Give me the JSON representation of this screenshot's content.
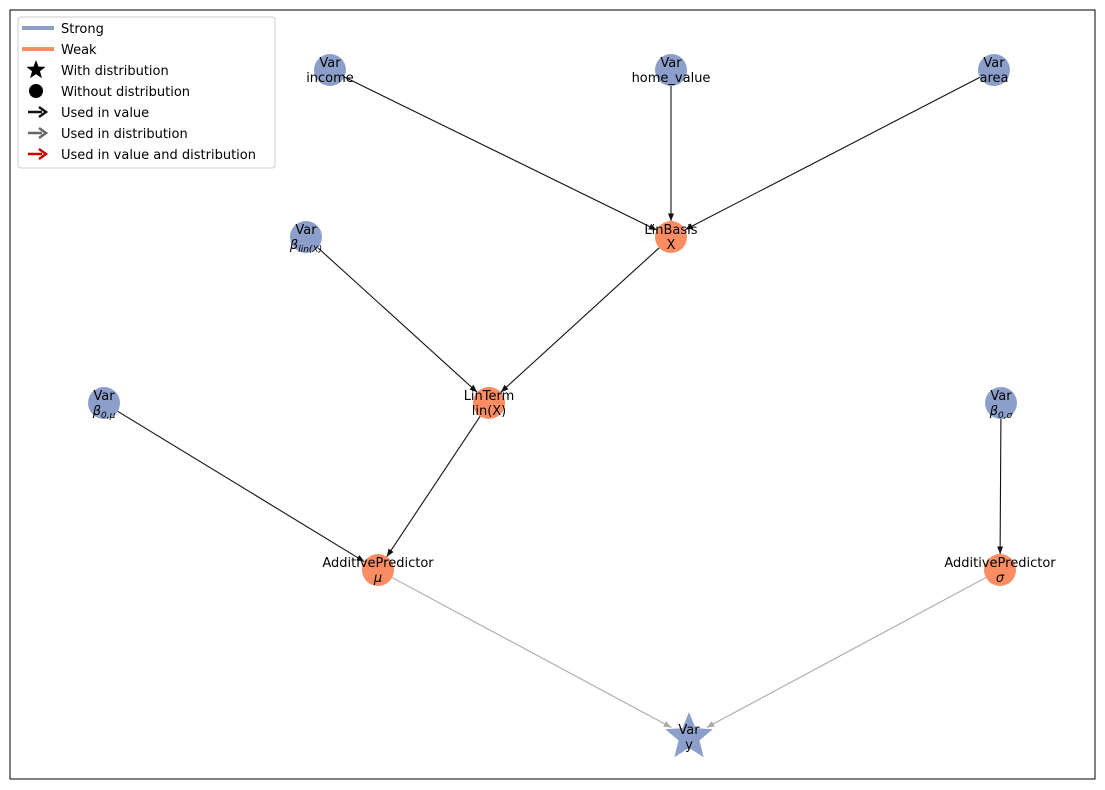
{
  "colors": {
    "strong": "#8c9fcb",
    "weak": "#fc8d62",
    "edge_value": "#111111",
    "edge_distribution": "#a9a9a9",
    "edge_both": "#cc0000"
  },
  "legend": {
    "items": [
      {
        "label": "Strong",
        "symbol": "line-strong"
      },
      {
        "label": "Weak",
        "symbol": "line-weak"
      },
      {
        "label": "With distribution",
        "symbol": "star"
      },
      {
        "label": "Without distribution",
        "symbol": "circle"
      },
      {
        "label": "Used in value",
        "symbol": "arrow-value"
      },
      {
        "label": "Used in distribution",
        "symbol": "arrow-distribution"
      },
      {
        "label": "Used in value and distribution",
        "symbol": "arrow-both"
      }
    ]
  },
  "nodes": [
    {
      "id": "income",
      "kind": "Strong",
      "shape": "circle",
      "line1": "Var",
      "line2": "income"
    },
    {
      "id": "home_value",
      "kind": "Strong",
      "shape": "circle",
      "line1": "Var",
      "line2": "home_value"
    },
    {
      "id": "area",
      "kind": "Strong",
      "shape": "circle",
      "line1": "Var",
      "line2": "area"
    },
    {
      "id": "beta_lin",
      "kind": "Strong",
      "shape": "circle",
      "line1": "Var",
      "line2": "β",
      "sub": "lin(X)"
    },
    {
      "id": "linbasis",
      "kind": "Weak",
      "shape": "circle",
      "line1": "LinBasis",
      "line2": "X"
    },
    {
      "id": "beta0_mu",
      "kind": "Strong",
      "shape": "circle",
      "line1": "Var",
      "line2": "β",
      "sub": "0,μ"
    },
    {
      "id": "linterm",
      "kind": "Weak",
      "shape": "circle",
      "line1": "LinTerm",
      "line2": "lin(X)"
    },
    {
      "id": "beta0_sigma",
      "kind": "Strong",
      "shape": "circle",
      "line1": "Var",
      "line2": "β",
      "sub": "0,σ"
    },
    {
      "id": "ap_mu",
      "kind": "Weak",
      "shape": "circle",
      "line1": "AdditivePredictor",
      "line2": "μ",
      "italic2": true
    },
    {
      "id": "ap_sigma",
      "kind": "Weak",
      "shape": "circle",
      "line1": "AdditivePredictor",
      "line2": "σ",
      "italic2": true
    },
    {
      "id": "y",
      "kind": "Strong",
      "shape": "star",
      "line1": "Var",
      "line2": "y"
    }
  ],
  "edges": [
    {
      "from": "income",
      "to": "linbasis",
      "type": "value"
    },
    {
      "from": "home_value",
      "to": "linbasis",
      "type": "value"
    },
    {
      "from": "area",
      "to": "linbasis",
      "type": "value"
    },
    {
      "from": "beta_lin",
      "to": "linterm",
      "type": "value"
    },
    {
      "from": "linbasis",
      "to": "linterm",
      "type": "value"
    },
    {
      "from": "beta0_mu",
      "to": "ap_mu",
      "type": "value"
    },
    {
      "from": "linterm",
      "to": "ap_mu",
      "type": "value"
    },
    {
      "from": "beta0_sigma",
      "to": "ap_sigma",
      "type": "value"
    },
    {
      "from": "ap_mu",
      "to": "y",
      "type": "distribution"
    },
    {
      "from": "ap_sigma",
      "to": "y",
      "type": "distribution"
    }
  ]
}
